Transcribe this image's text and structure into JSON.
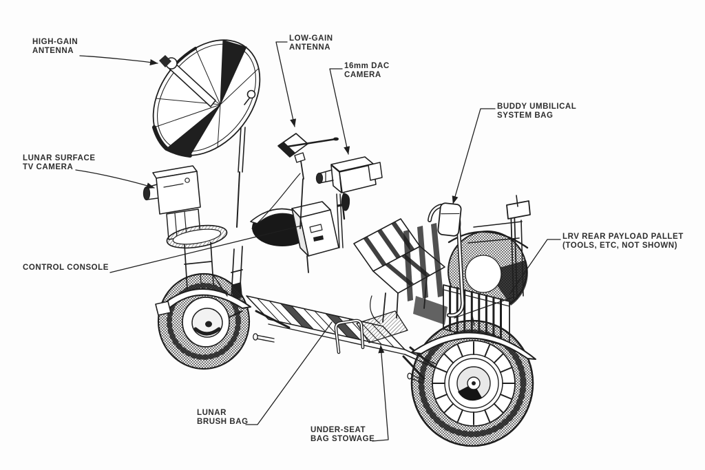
{
  "figure": {
    "type": "technical-illustration",
    "subject": "Lunar Roving Vehicle (LRV) labeled line drawing",
    "background_color": "#fdfdfd",
    "ink_color": "#1f1f1f"
  },
  "labels": {
    "high_gain_antenna": {
      "line1": "HIGH-GAIN",
      "line2": "ANTENNA"
    },
    "low_gain_antenna": {
      "line1": "LOW-GAIN",
      "line2": "ANTENNA"
    },
    "dac_camera": {
      "line1": "16mm DAC",
      "line2": "CAMERA"
    },
    "buddy_umbilical": {
      "line1": "BUDDY UMBILICAL",
      "line2": "SYSTEM BAG"
    },
    "tv_camera": {
      "line1": "LUNAR SURFACE",
      "line2": "TV CAMERA"
    },
    "rear_pallet": {
      "line1": "LRV REAR PAYLOAD PALLET",
      "line2": "(TOOLS, ETC, NOT SHOWN)"
    },
    "control_console": {
      "line1": "CONTROL CONSOLE"
    },
    "brush_bag": {
      "line1": "LUNAR",
      "line2": "BRUSH BAG"
    },
    "underseat_stowage": {
      "line1": "UNDER-SEAT",
      "line2": "BAG STOWAGE"
    }
  }
}
